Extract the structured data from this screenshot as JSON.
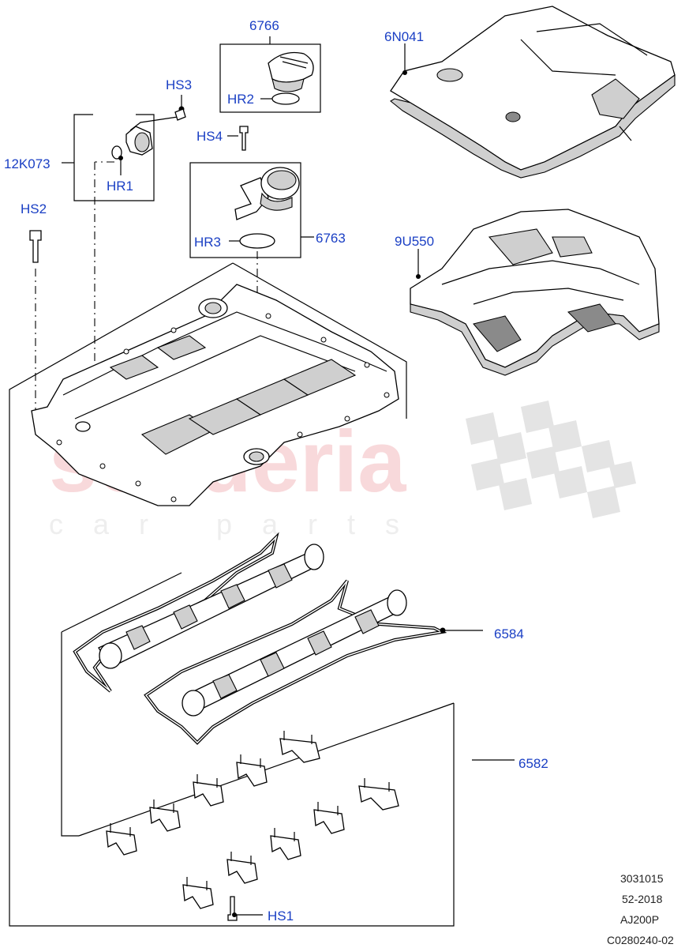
{
  "diagram": {
    "callouts": {
      "c6766": "6766",
      "c6N041": "6N041",
      "cHS3": "HS3",
      "c12K073": "12K073",
      "cHR1": "HR1",
      "cHR2": "HR2",
      "cHS4": "HS4",
      "cHS2": "HS2",
      "cHR3": "HR3",
      "c6763": "6763",
      "c9U550": "9U550",
      "c6584": "6584",
      "c6582": "6582",
      "cHS1": "HS1"
    },
    "reference": {
      "line1": "3031015",
      "line2": "52-2018",
      "line3": "AJ200P",
      "line4": "C0280240-02"
    },
    "watermark": {
      "brand": "scuderia",
      "tagline": "car parts"
    },
    "colors": {
      "callout": "#1a3fc4",
      "watermark": "#f6c9cc"
    }
  }
}
